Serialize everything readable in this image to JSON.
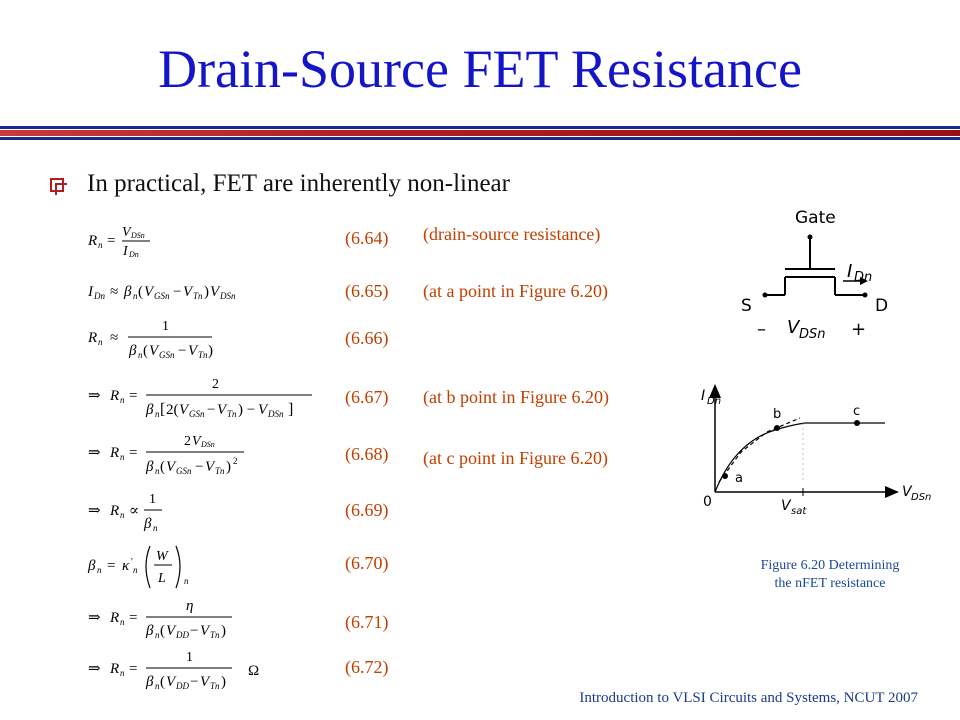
{
  "slide": {
    "title": "Drain-Source FET Resistance",
    "bullet": "In practical, FET are inherently non-linear",
    "footer": "Introduction to VLSI Circuits and Systems, NCUT  2007",
    "colors": {
      "title": "#1414c8",
      "accent": "#b21d1d",
      "rule_blue": "#1a2a8c",
      "eq_number": "#c04000",
      "caption": "#1a4a9a"
    }
  },
  "equations": [
    {
      "number": "(6.64)",
      "note": "(drain-source resistance)"
    },
    {
      "number": "(6.65)",
      "note": "(at a point in Figure 6.20)"
    },
    {
      "number": "(6.66)",
      "note": ""
    },
    {
      "number": "(6.67)",
      "note": "(at b point in Figure 6.20)"
    },
    {
      "number": "(6.68)",
      "note": "(at c point in Figure 6.20)"
    },
    {
      "number": "(6.69)",
      "note": ""
    },
    {
      "number": "(6.70)",
      "note": ""
    },
    {
      "number": "(6.71)",
      "note": ""
    },
    {
      "number": "(6.72)",
      "note": ""
    }
  ],
  "figure": {
    "transistor": {
      "gate": "Gate",
      "source": "S",
      "drain": "D",
      "current": "I",
      "current_sub": "Dn",
      "voltage": "V",
      "voltage_sub": "DSn",
      "minus": "–",
      "plus": "+"
    },
    "graph": {
      "y_label": "I",
      "y_sub": "Dn",
      "x_label": "V",
      "x_sub": "DSn",
      "origin": "0",
      "vsat": "V",
      "vsat_sub": "sat",
      "point_a": "a",
      "point_b": "b",
      "point_c": "c"
    },
    "caption_line1": "Figure 6.20 Determining",
    "caption_line2": "the nFET resistance"
  }
}
